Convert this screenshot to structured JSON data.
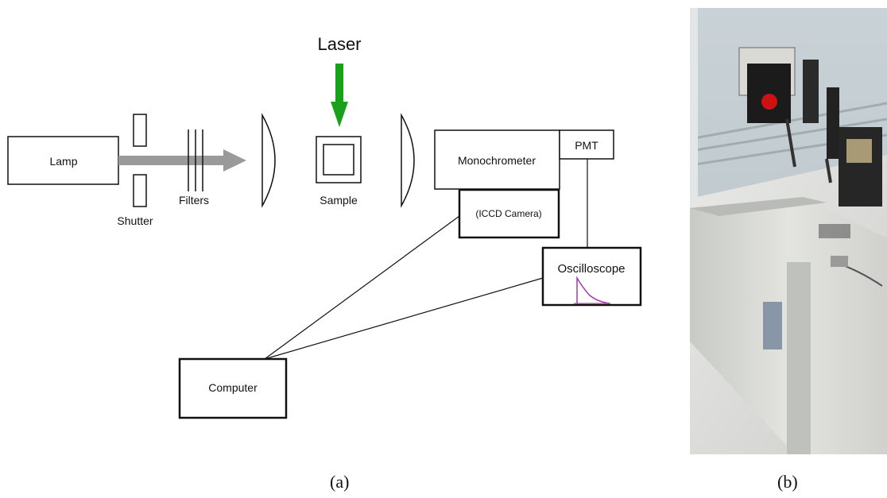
{
  "diagram": {
    "laser_label": "Laser",
    "lamp_label": "Lamp",
    "shutter_label": "Shutter",
    "filters_label": "Filters",
    "sample_label": "Sample",
    "monochromator_label": "Monochrometer",
    "pmt_label": "PMT",
    "iccd_label": "(ICCD Camera)",
    "oscilloscope_label": "Oscilloscope",
    "computer_label": "Computer",
    "colors": {
      "laser_arrow": "#1aa01a",
      "beam_arrow": "#9a9a9a",
      "decay_trace": "#a23aa8",
      "stroke": "#111111"
    }
  },
  "captions": {
    "left": "(a)",
    "right": "(b)"
  },
  "photo": {
    "description_icon": "lab-setup-photo"
  }
}
